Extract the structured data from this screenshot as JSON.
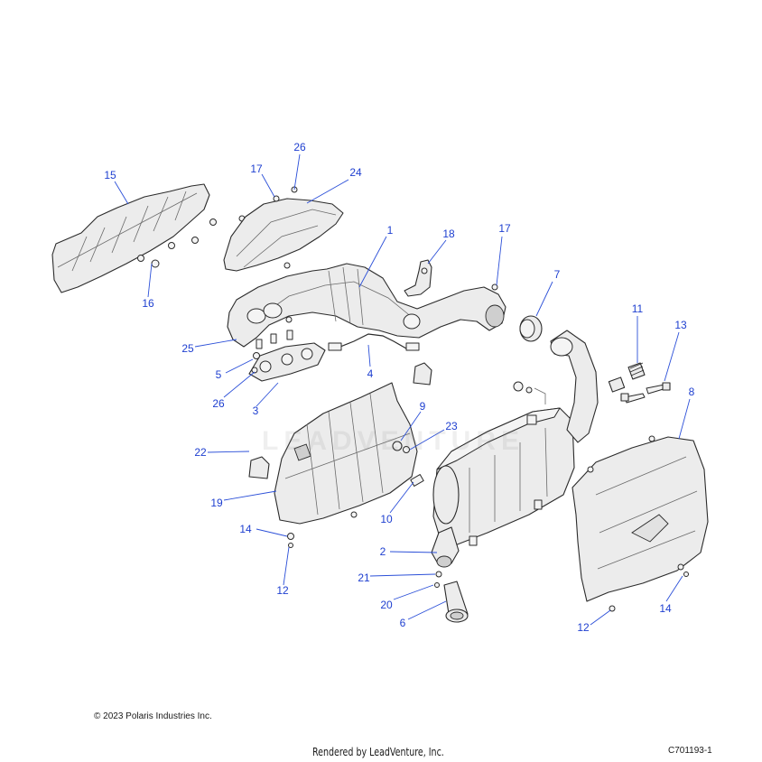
{
  "callouts": [
    {
      "id": "c15",
      "label": "15"
    },
    {
      "id": "c17a",
      "label": "17"
    },
    {
      "id": "c26a",
      "label": "26"
    },
    {
      "id": "c24",
      "label": "24"
    },
    {
      "id": "c1",
      "label": "1"
    },
    {
      "id": "c18",
      "label": "18"
    },
    {
      "id": "c17b",
      "label": "17"
    },
    {
      "id": "c7",
      "label": "7"
    },
    {
      "id": "c16",
      "label": "16"
    },
    {
      "id": "c11",
      "label": "11"
    },
    {
      "id": "c13",
      "label": "13"
    },
    {
      "id": "c25",
      "label": "25"
    },
    {
      "id": "c5",
      "label": "5"
    },
    {
      "id": "c4",
      "label": "4"
    },
    {
      "id": "c26b",
      "label": "26"
    },
    {
      "id": "c3",
      "label": "3"
    },
    {
      "id": "c8",
      "label": "8"
    },
    {
      "id": "c9",
      "label": "9"
    },
    {
      "id": "c23",
      "label": "23"
    },
    {
      "id": "c22",
      "label": "22"
    },
    {
      "id": "c19",
      "label": "19"
    },
    {
      "id": "c10",
      "label": "10"
    },
    {
      "id": "c14a",
      "label": "14"
    },
    {
      "id": "c2",
      "label": "2"
    },
    {
      "id": "c12a",
      "label": "12"
    },
    {
      "id": "c21",
      "label": "21"
    },
    {
      "id": "c20",
      "label": "20"
    },
    {
      "id": "c6",
      "label": "6"
    },
    {
      "id": "c12b",
      "label": "12"
    },
    {
      "id": "c14b",
      "label": "14"
    }
  ],
  "footer": {
    "copyright": "© 2023 Polaris Industries Inc.",
    "rendered_by": "Rendered by LeadVenture, Inc.",
    "figure_id": "C701193-1"
  },
  "watermark": "LEADVENTURE",
  "colors": {
    "callout": "#1e3fd0",
    "part_fill": "#ececec",
    "outline": "#2b2b2b"
  }
}
